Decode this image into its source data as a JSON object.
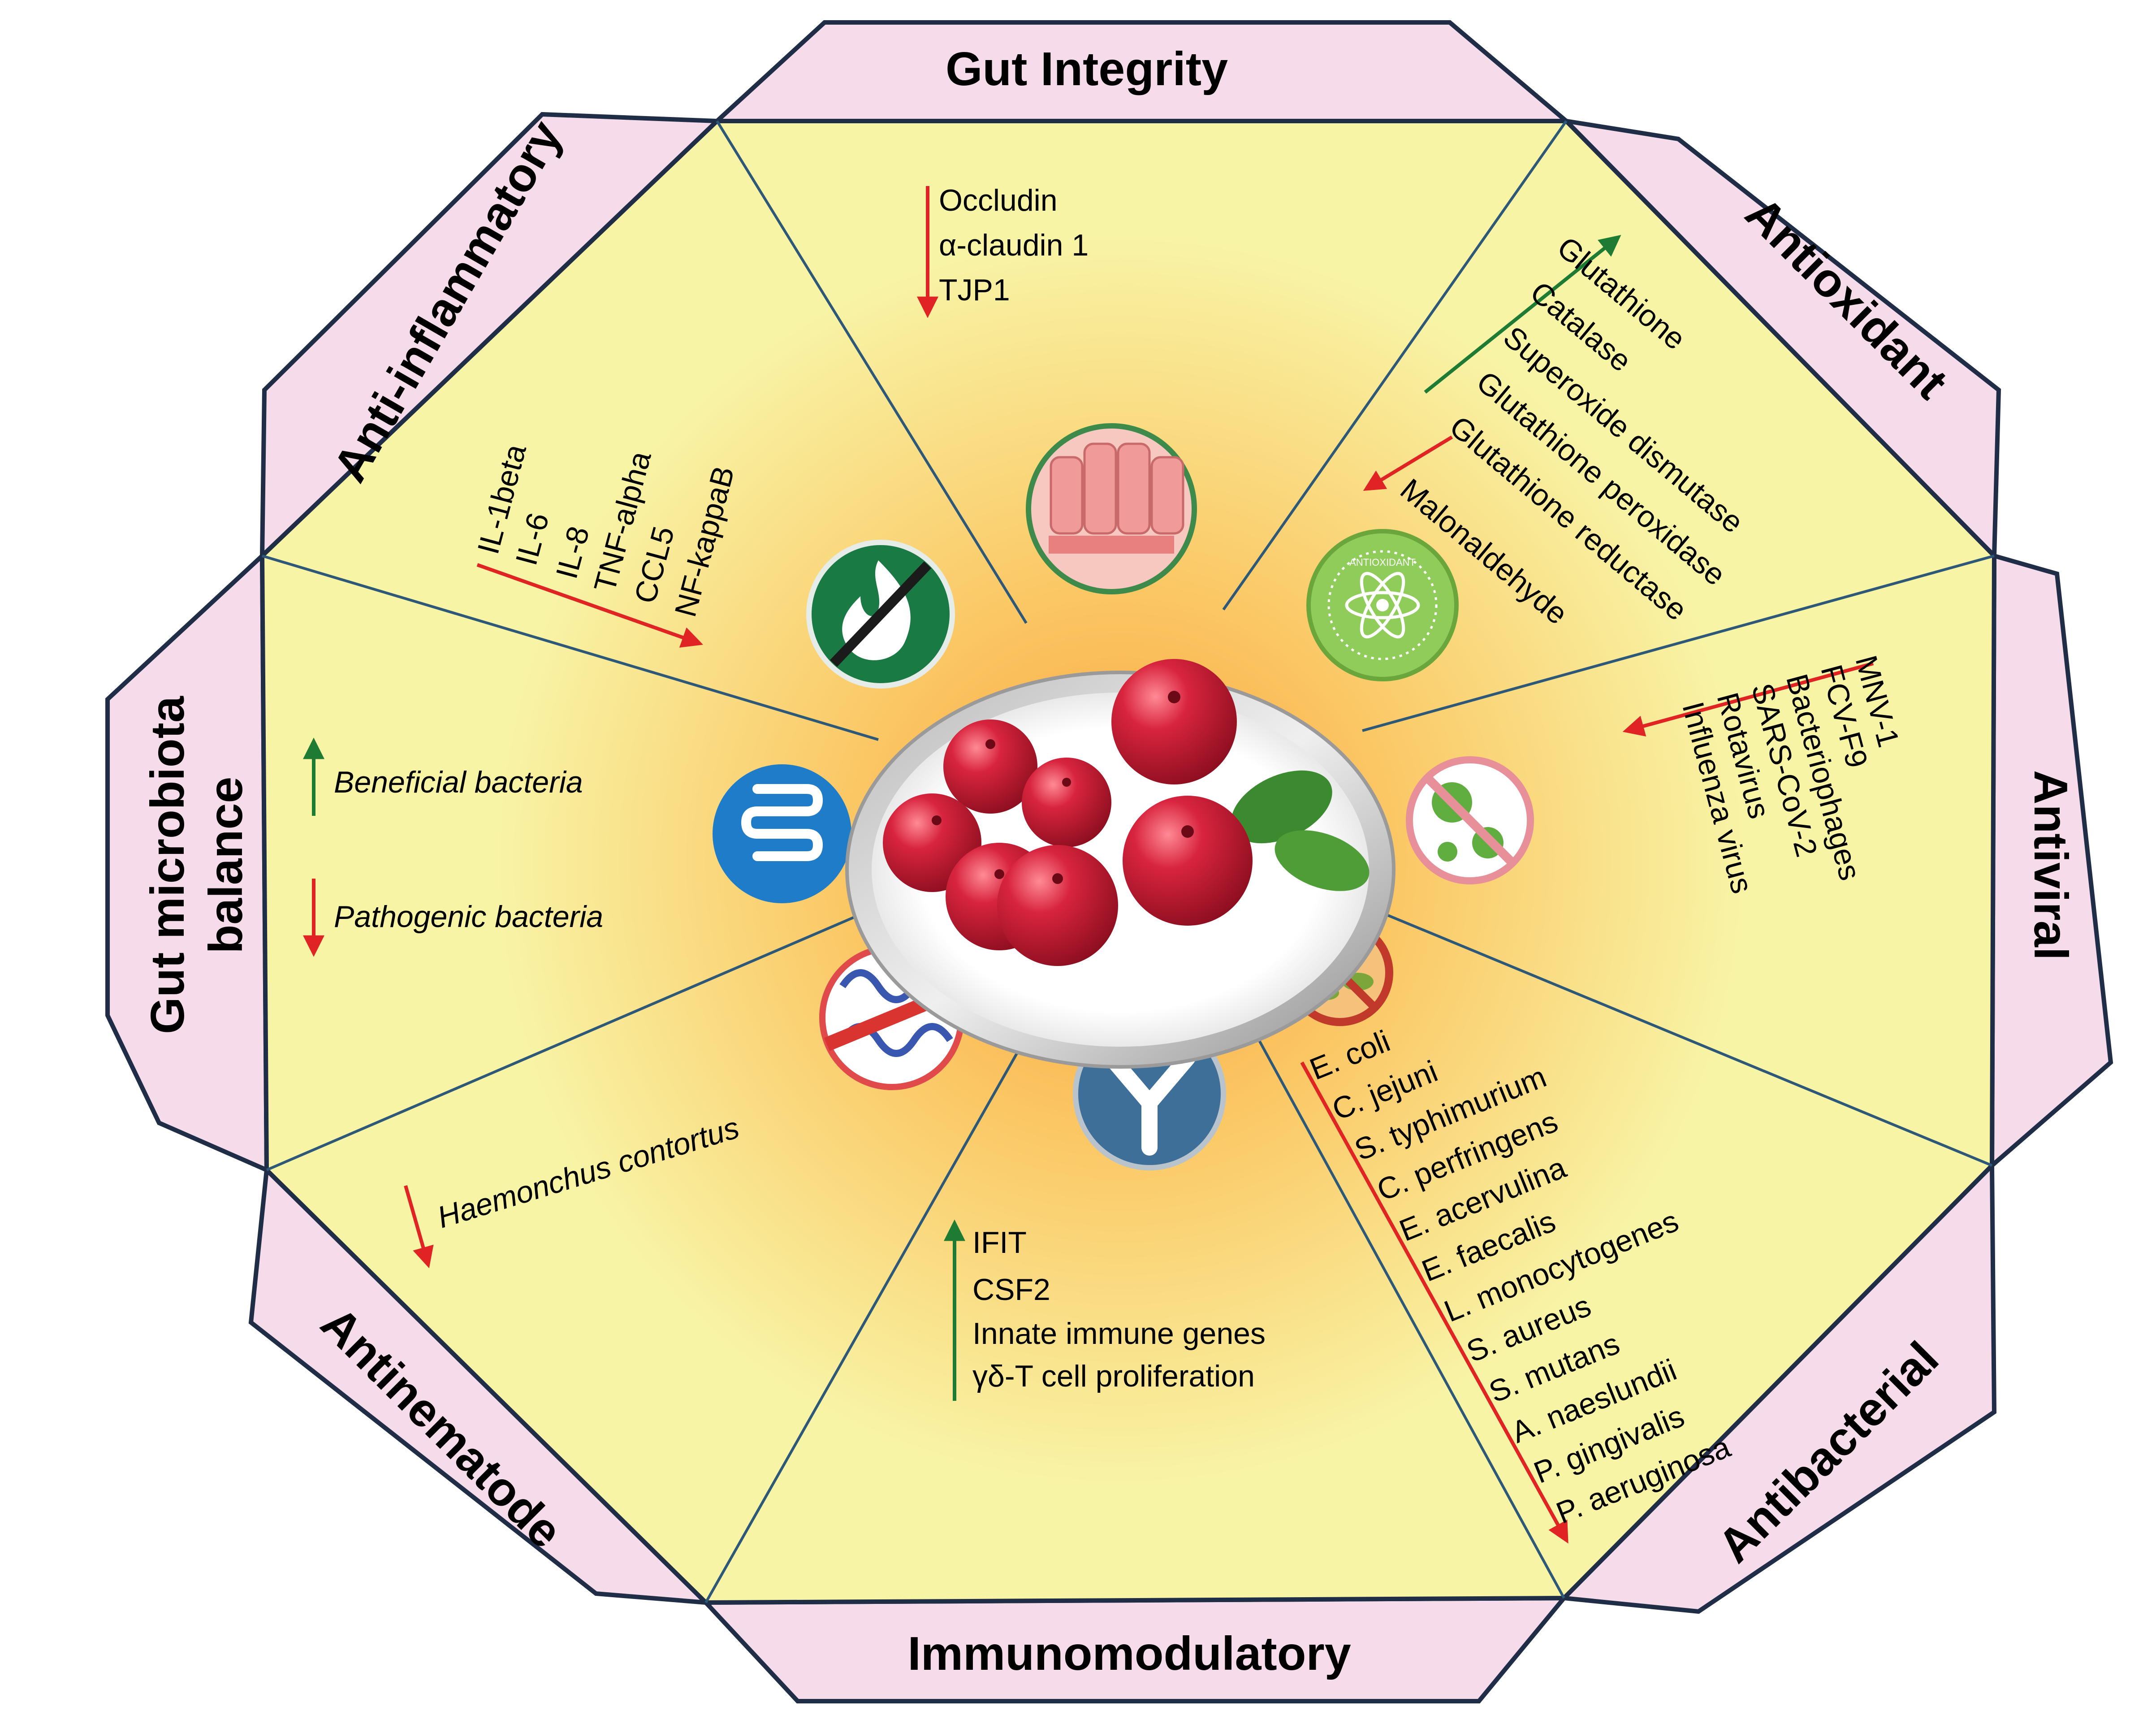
{
  "colors": {
    "tab_fill": "#f6dcea",
    "tab_stroke": "#1f2d46",
    "panel_fill": "#f8f4a6",
    "center_glow": "#f9a23a",
    "divider": "#2d5877",
    "arrow_up": "#1e7b33",
    "arrow_down": "#e02424",
    "berry": "#c41a35"
  },
  "sectors": {
    "gut_integrity": {
      "label": "Gut Integrity",
      "icon": "intestinal-epithelium-icon",
      "items": [
        "Occludin",
        "α-claudin 1",
        "TJP1"
      ],
      "direction": "down"
    },
    "antioxidant": {
      "label": "Antioxidant",
      "icon": "antioxidant-atom-icon",
      "icon_text": "ANTIOXIDANT",
      "items_up": [
        "Glutathione",
        "Catalase",
        "Superoxide dismutase",
        "Glutathione peroxidase",
        "Glutathione reductase"
      ],
      "items_down": [
        "Malonaldehyde"
      ]
    },
    "antiviral": {
      "label": "Antiviral",
      "icon": "no-virus-icon",
      "items": [
        "MNV-1",
        "FCV-F9",
        "Bacteriophages",
        "SARS-CoV-2",
        "Rotavirus",
        "Influenza virus"
      ],
      "direction": "down"
    },
    "antibacterial": {
      "label": "Antibacterial",
      "icon": "no-bacteria-icon",
      "items": [
        "E. coli",
        "C. jejuni",
        "S. typhimurium",
        "C. perfringens",
        "E. acervulina",
        "E. faecalis",
        "L. monocytogenes",
        "S. aureus",
        "S. mutans",
        "A. naeslundii",
        "P. gingivalis",
        "P. aeruginosa"
      ],
      "direction": "down"
    },
    "immunomodulatory": {
      "label": "Immunomodulatory",
      "icon": "antibody-icon",
      "items": [
        "IFIT",
        "CSF2",
        "Innate immune genes",
        "γδ-T cell proliferation"
      ],
      "direction": "up"
    },
    "antinematode": {
      "label": "Antinematode",
      "icon": "no-worm-icon",
      "items": [
        "Haemonchus contortus"
      ],
      "direction": "down"
    },
    "gut_microbiota": {
      "label_line1": "Gut microbiota",
      "label_line2": "balance",
      "icon": "intestine-icon",
      "item_up": "Beneficial bacteria",
      "item_down": "Pathogenic bacteria"
    },
    "anti_inflammatory": {
      "label": "Anti-inflammatory",
      "icon": "no-inflammation-flame-icon",
      "items": [
        "IL-1beta",
        "IL-6",
        "IL-8",
        "TNF-alpha",
        "CCL5",
        "NF-kappaB"
      ],
      "direction": "down"
    }
  },
  "center": {
    "icon": "cranberries-image"
  }
}
